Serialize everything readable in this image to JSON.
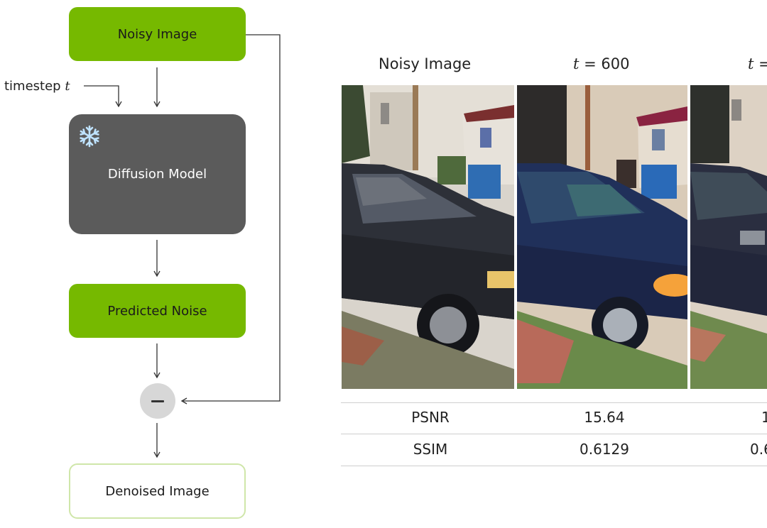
{
  "diagram": {
    "noisy_image_label": "Noisy Image",
    "model_label": "Diffusion Model",
    "predicted_noise_label": "Predicted Noise",
    "denoised_image_label": "Denoised Image",
    "timestep_prefix": "timestep",
    "timestep_var": "t",
    "model_icon": "snowflake-icon",
    "operator_icon": "minus-icon",
    "colors": {
      "green": "#76b900",
      "model": "#5b5b5b",
      "operator": "#d7d7d7"
    }
  },
  "comparison": {
    "columns": [
      {
        "title": "Noisy Image",
        "var": "",
        "op": "",
        "value": ""
      },
      {
        "title": "",
        "var": "t",
        "op": " = ",
        "value": "600"
      },
      {
        "title": "",
        "var": "t",
        "op": " =",
        "value": ""
      }
    ],
    "rows": [
      {
        "metric": "PSNR",
        "values": [
          "15.64",
          "1"
        ]
      },
      {
        "metric": "SSIM",
        "values": [
          "0.6129",
          "0.6"
        ]
      }
    ]
  }
}
